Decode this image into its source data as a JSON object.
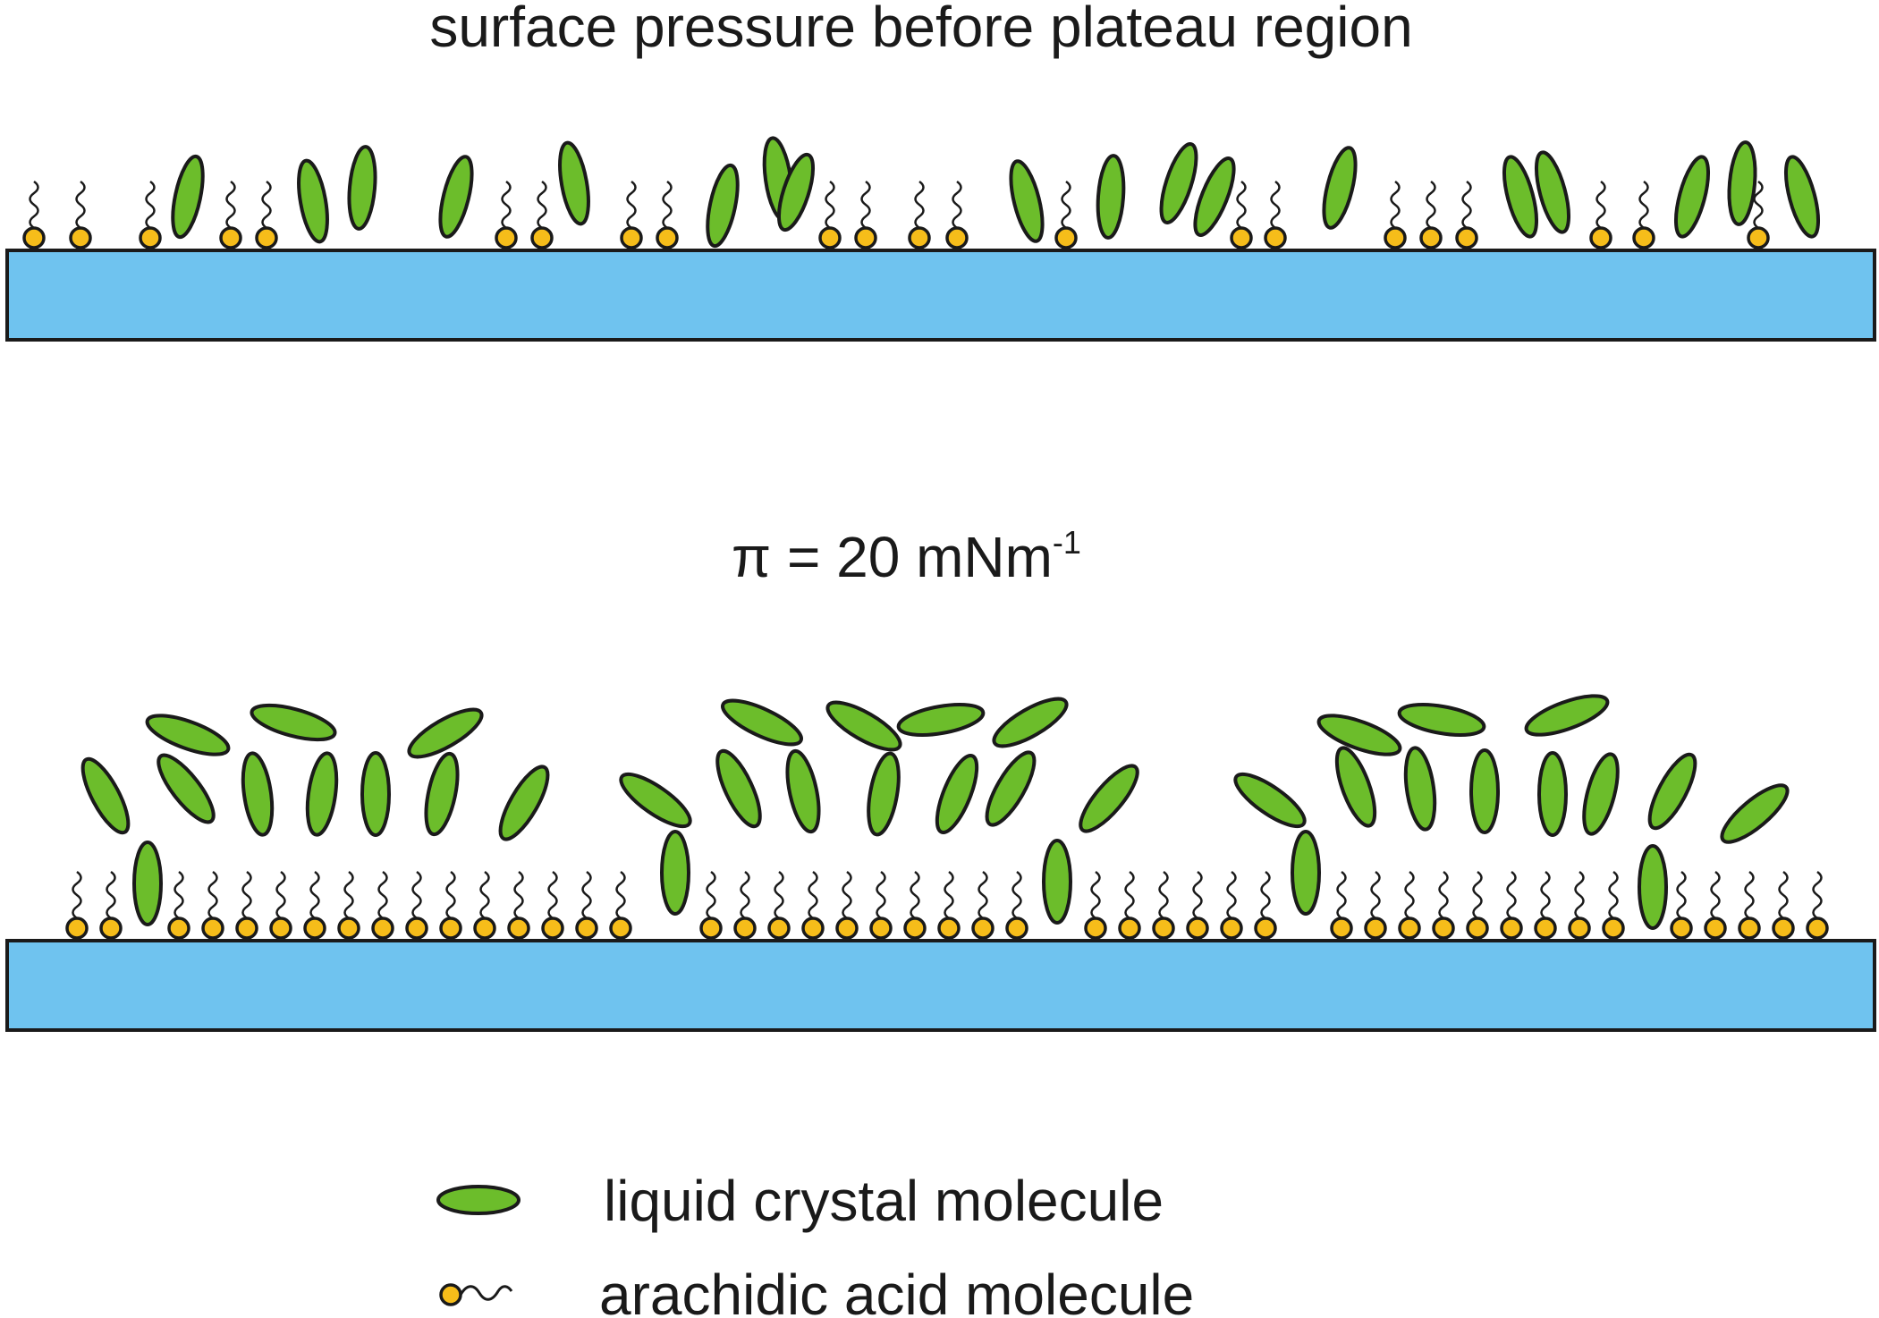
{
  "diagram": {
    "top_panel": {
      "caption": "surface pressure before plateau region"
    },
    "bottom_panel": {
      "caption_symbol": "π = 20 mNm",
      "caption_exponent": "-1"
    },
    "legend": {
      "items": [
        {
          "label": "liquid crystal molecule",
          "icon": "green-ellipse-icon"
        },
        {
          "label": "arachidic acid molecule",
          "icon": "headgroup-tail-icon"
        }
      ]
    },
    "colors": {
      "substrate_fill": "#6fc3ef",
      "liquid_crystal_fill": "#6cbd2b",
      "headgroup_fill": "#f6bd1a",
      "outline": "#1a1a1a"
    }
  }
}
